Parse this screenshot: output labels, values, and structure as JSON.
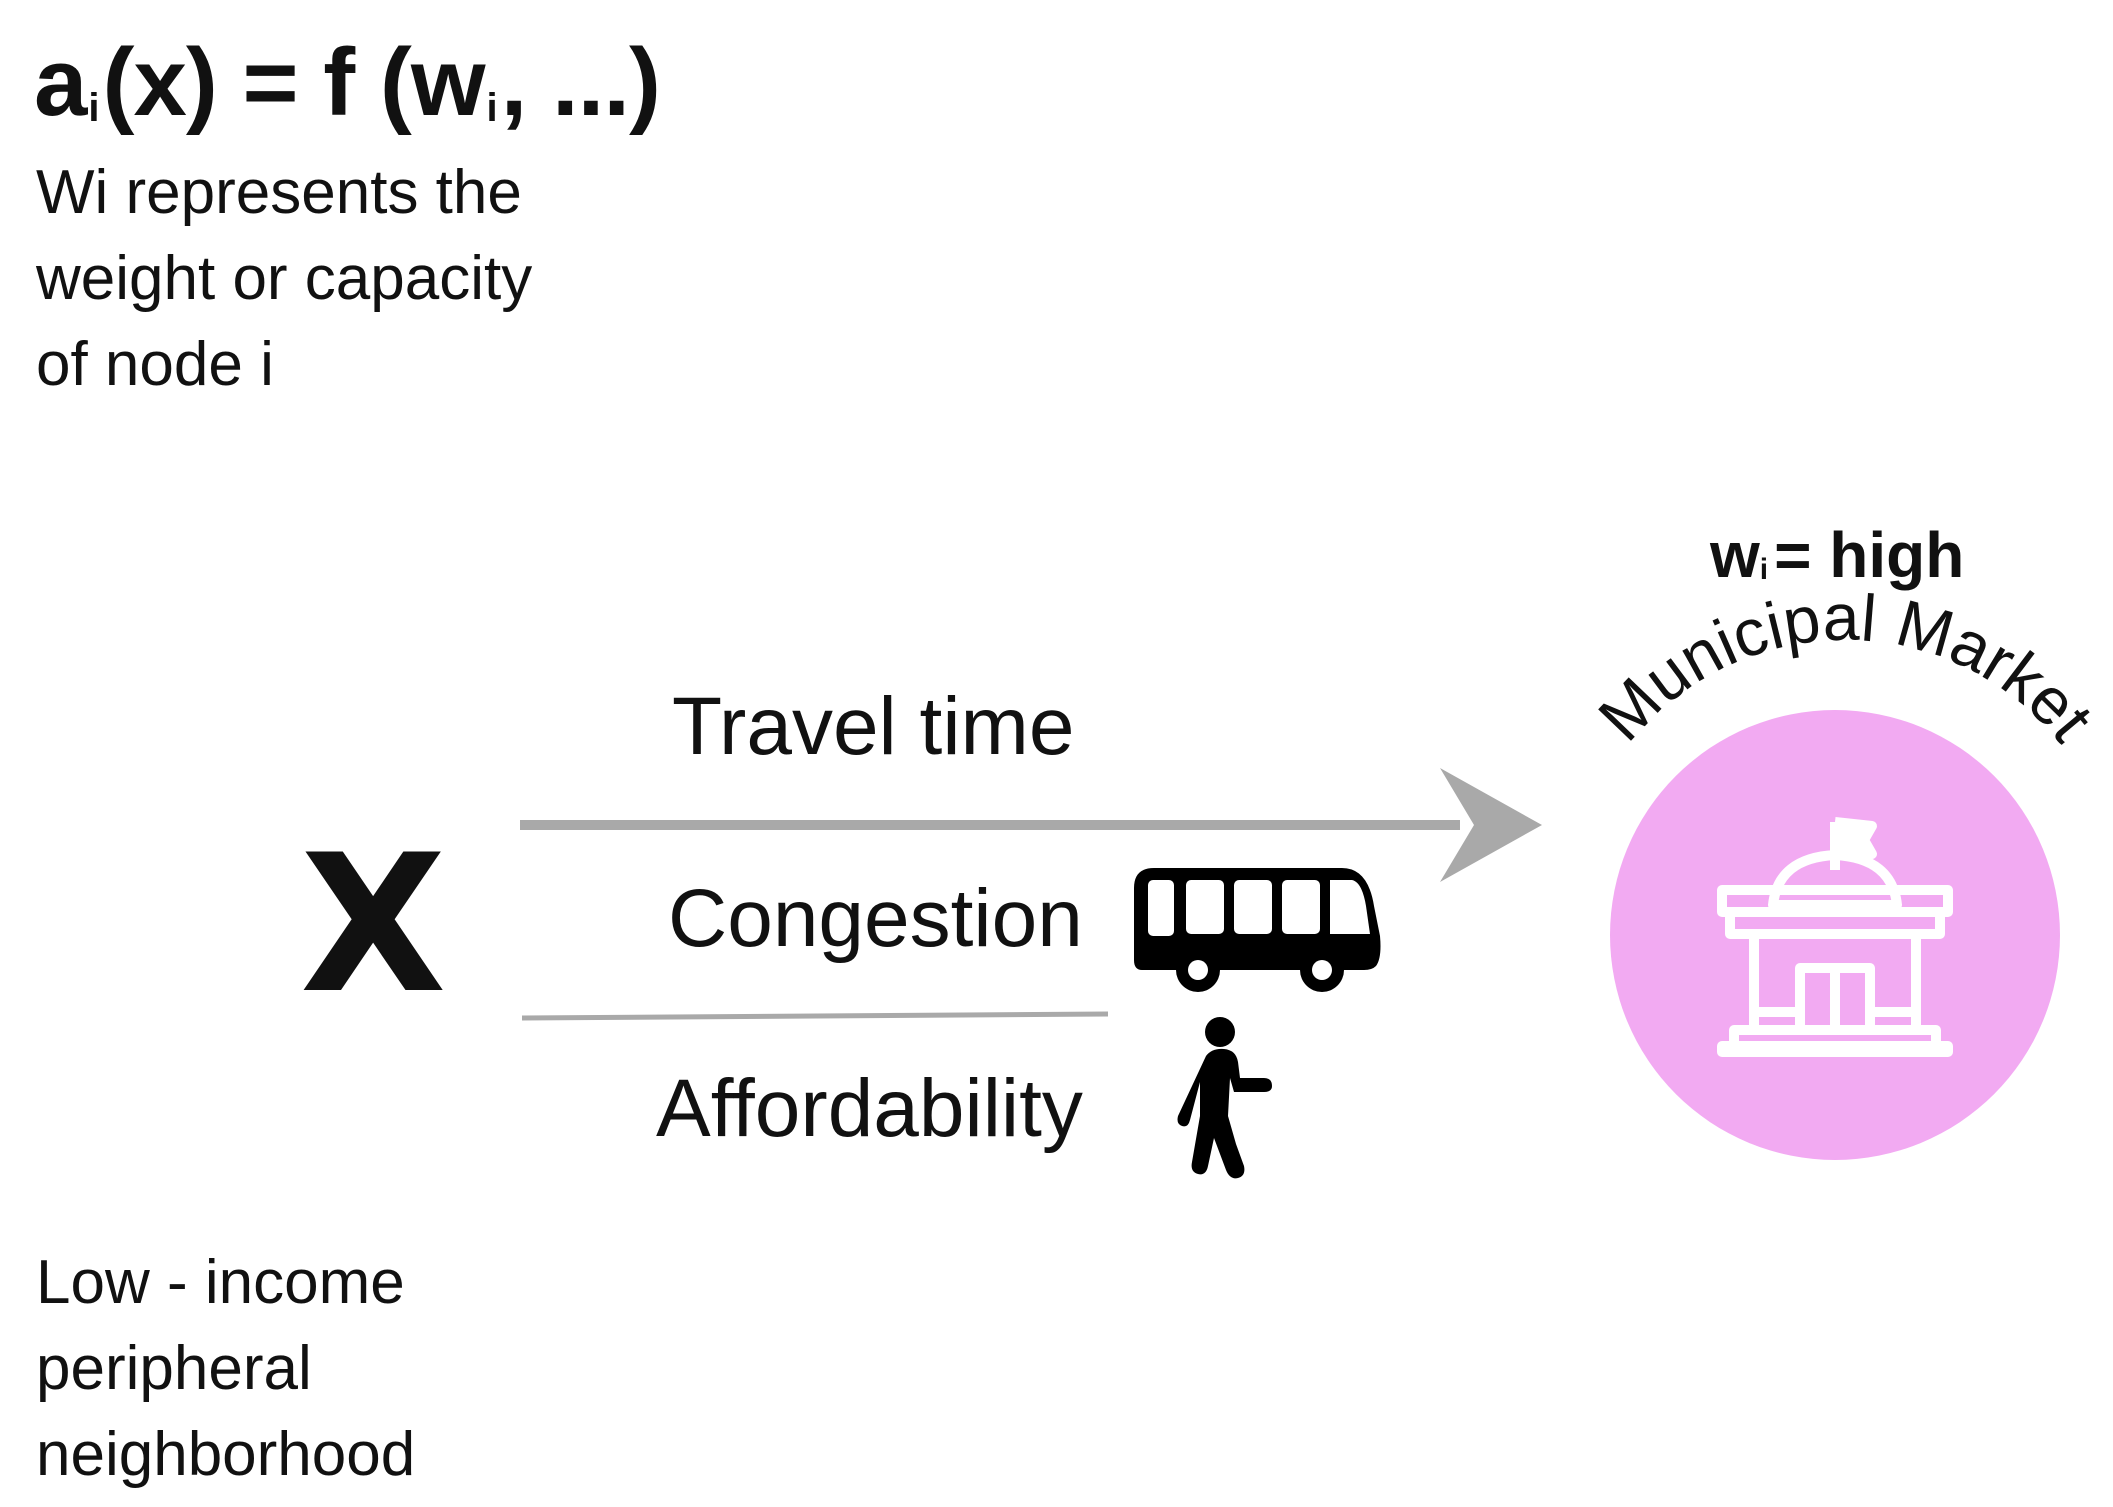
{
  "formula": {
    "prefix": "a",
    "sub_i": "i",
    "middle": "(x) = f (w",
    "sub_i2": "i",
    "suffix": ", ...)"
  },
  "description": [
    "Wi represents the",
    "weight or capacity",
    "of node i"
  ],
  "origin": {
    "symbol": "X",
    "label": [
      "Low - income",
      "peripheral",
      "neighborhood"
    ]
  },
  "factors": {
    "travel_time": "Travel time",
    "congestion": "Congestion",
    "affordability": "Affordability"
  },
  "destination": {
    "weight_prefix": "w",
    "weight_sub": "i",
    "weight_value": "= high",
    "name": "Municipal Market",
    "circle_color": "#f2aaf2",
    "icon": "market-building-icon"
  },
  "icons": [
    "bus-icon",
    "pedestrian-icon"
  ],
  "colors": {
    "arrow": "#a9a9a9",
    "text": "#111111"
  }
}
